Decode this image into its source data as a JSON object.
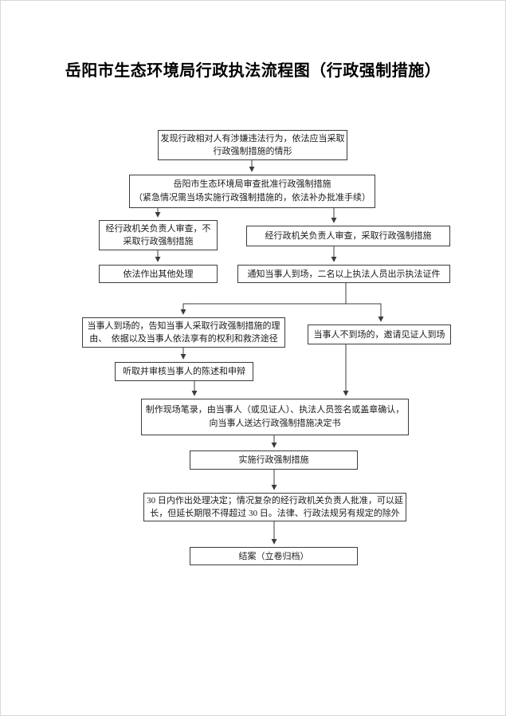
{
  "page": {
    "title": "岳阳市生态环境局行政执法流程图（行政强制措施）"
  },
  "nodes": {
    "start": {
      "label": "发现行政相对人有涉嫌违法行为，依法应当采取\n行政强制措施的情形"
    },
    "review": {
      "label": "岳阳市生态环境局审查批准行政强制措施\n（紧急情况需当场实施行政强制措施的，依法补办批准手续）"
    },
    "no_measure": {
      "label": "经行政机关负责人审查，不\n采取行政强制措施"
    },
    "take_measure": {
      "label": "经行政机关负责人审查，采取行政强制措施"
    },
    "other": {
      "label": "依法作出其他处理"
    },
    "notify": {
      "label": "通知当事人到场，二名以上执法人员出示执法证件"
    },
    "present": {
      "label": "当事人到场的，告知当事人采取行政强制措施的理\n由、　依据以及当事人依法享有的权利和救济途径"
    },
    "absent": {
      "label": "当事人不到场的，邀请见证人到场"
    },
    "hear": {
      "label": "听取并审核当事人的陈述和申辩"
    },
    "record": {
      "label": "制作现场笔录，由当事人（或见证人）、执法人员签名或盖章确认，\n向当事人送达行政强制措施决定书"
    },
    "implement": {
      "label": "实施行政强制措施"
    },
    "decision": {
      "label": "30 日内作出处理决定；情况复杂的经行政机关负责人批准，可以延\n长，但延长期限不得超过 30 日。法律、行政法规另有规定的除外"
    },
    "close": {
      "label": "结案（立卷归档）"
    }
  }
}
